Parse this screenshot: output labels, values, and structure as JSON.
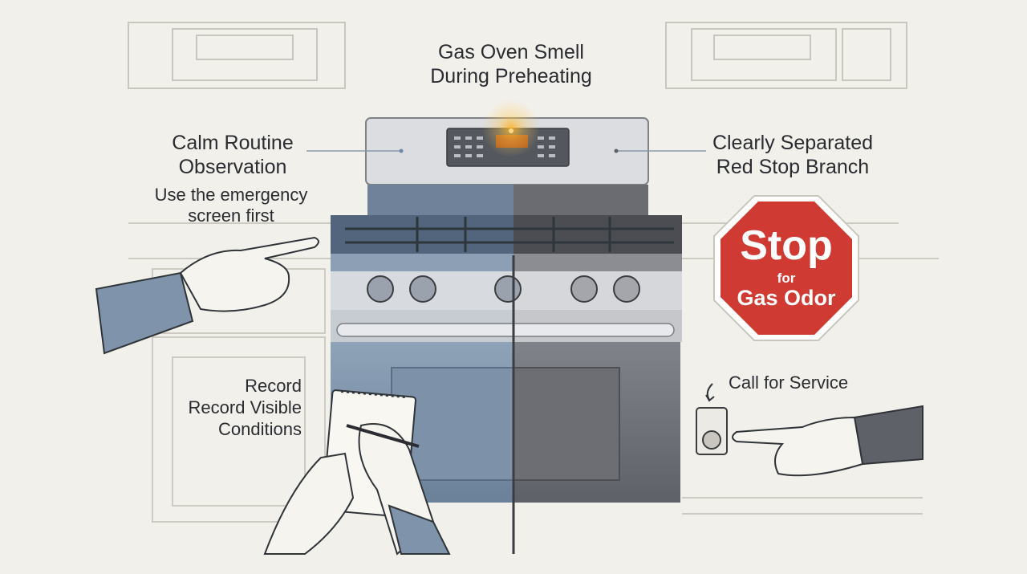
{
  "title": {
    "line1": "Gas Oven Smell",
    "line2": "During Preheating"
  },
  "left_branch": {
    "heading_line1": "Calm Routine",
    "heading_line2": "Observation",
    "note_line1": "Use the emergency",
    "note_line2": "screen first"
  },
  "right_branch": {
    "heading_line1": "Clearly Separated",
    "heading_line2": "Red Stop Branch"
  },
  "stop_sign": {
    "word": "Stop",
    "line2": "for",
    "line3": "Gas Odor",
    "color": "#cf3a33"
  },
  "record": {
    "line1": "Record",
    "line2": "Record Visible",
    "line3": "Conditions"
  },
  "service": {
    "label": "Call for Service"
  },
  "colors": {
    "calm_tint": "#6f8aa6",
    "alert_tint": "#5d5f66",
    "indicator": "#f0a020"
  }
}
